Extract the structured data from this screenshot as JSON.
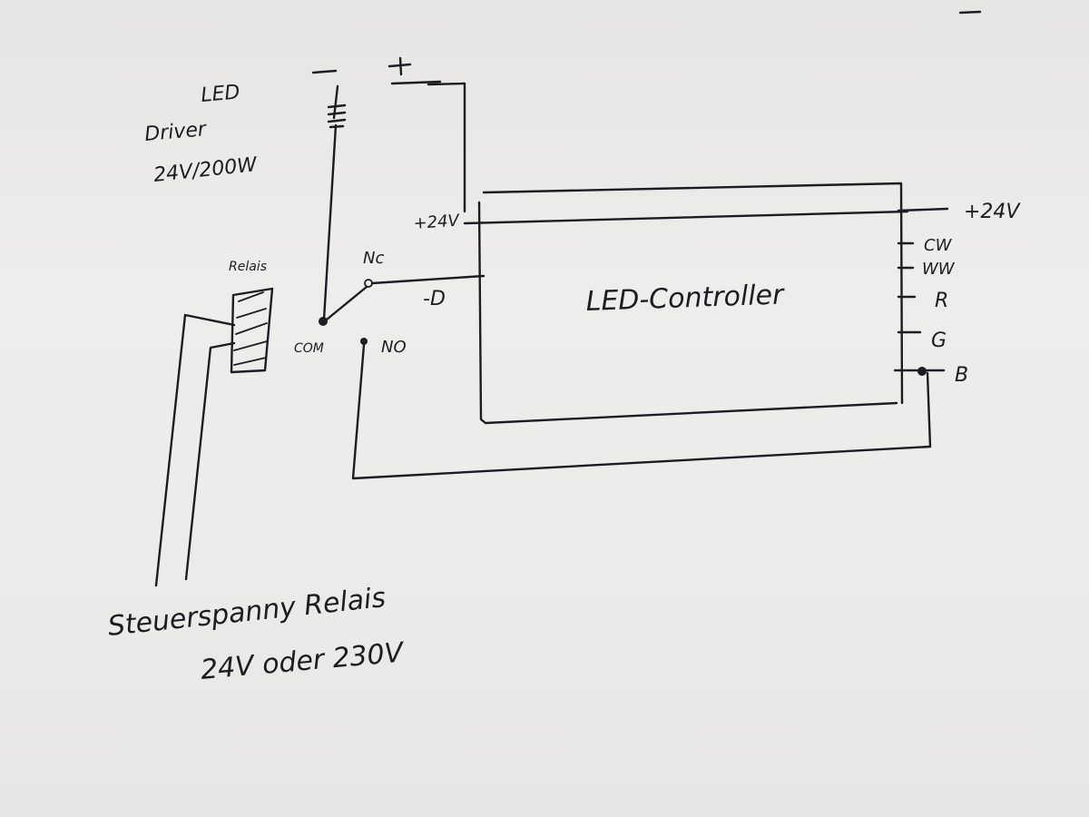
{
  "driver": {
    "minus": "-",
    "plus": "+",
    "title_line1": "LED",
    "title_line2": "Driver",
    "rating": "24V/200W"
  },
  "relay": {
    "title": "Relais",
    "com": "COM",
    "nc": "Nc",
    "no": "NO"
  },
  "controller": {
    "title": "LED-Controller",
    "in_plus": "+24V",
    "in_minus": "-D",
    "out_plus": "+24V",
    "outputs": [
      "CW",
      "WW",
      "R",
      "G",
      "B"
    ]
  },
  "caption": {
    "line1": "Steuerspanny Relais",
    "line2": "24V oder 230V"
  }
}
